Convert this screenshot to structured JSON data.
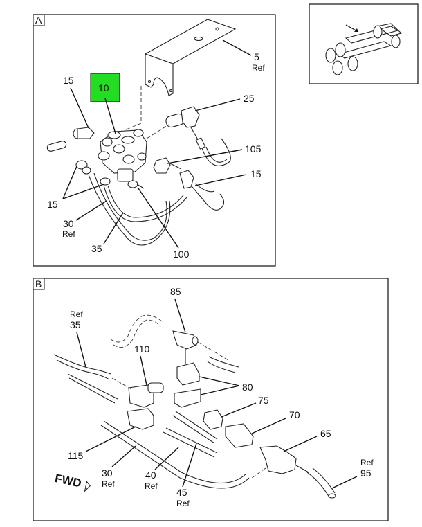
{
  "panels": {
    "a": {
      "tag": "A"
    },
    "b": {
      "tag": "B"
    }
  },
  "highlight_color": "#22dd22",
  "callouts_a": {
    "c5": {
      "num": "5",
      "ref": "Ref"
    },
    "c10": {
      "num": "10"
    },
    "c15_top": {
      "num": "15"
    },
    "c25": {
      "num": "25"
    },
    "c105": {
      "num": "105"
    },
    "c15_right": {
      "num": "15"
    },
    "c15_left": {
      "num": "15"
    },
    "c30": {
      "num": "30",
      "ref": "Ref"
    },
    "c35": {
      "num": "35"
    },
    "c100": {
      "num": "100"
    }
  },
  "callouts_b": {
    "c85": {
      "num": "85"
    },
    "c35": {
      "num": "35",
      "ref": "Ref"
    },
    "c110": {
      "num": "110"
    },
    "c80": {
      "num": "80"
    },
    "c75": {
      "num": "75"
    },
    "c70": {
      "num": "70"
    },
    "c65": {
      "num": "65"
    },
    "c95": {
      "num": "95",
      "ref": "Ref"
    },
    "c115": {
      "num": "115"
    },
    "c30": {
      "num": "30",
      "ref": "Ref"
    },
    "c40": {
      "num": "40",
      "ref": "Ref"
    },
    "c45": {
      "num": "45",
      "ref": "Ref"
    }
  },
  "fwd_label": "FWD"
}
